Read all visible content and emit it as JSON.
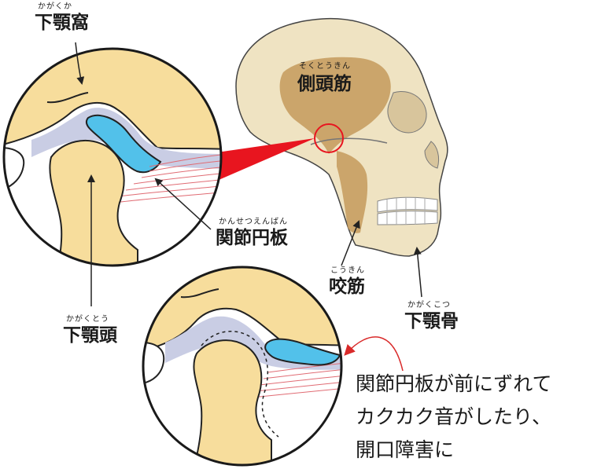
{
  "labels": {
    "mandibular_fossa": {
      "ruby": "かがくか",
      "text": "下顎窩"
    },
    "temporalis": {
      "ruby": "そくとうきん",
      "text": "側頭筋"
    },
    "articular_disc": {
      "ruby": "かんせつえんばん",
      "text": "関節円板"
    },
    "masseter": {
      "ruby": "こうきん",
      "text": "咬筋"
    },
    "mandibular_head": {
      "ruby": "かがくとう",
      "text": "下顎頭"
    },
    "mandible": {
      "ruby": "かがくこつ",
      "text": "下顎骨"
    }
  },
  "note": {
    "lines": [
      "関節円板が前にずれて",
      "カクカク音がしたり、",
      "開口障害に"
    ]
  },
  "colors": {
    "bone": "#f7dd9c",
    "bone_outline": "#222222",
    "cartilage": "#c9cde4",
    "disc": "#52c1ea",
    "muscle_lines": "#e06b73",
    "temporalis": "#c49a5c",
    "zoom_wedge": "#e8151f",
    "skull": "#efe3c2",
    "pointer": "#d92a2a"
  }
}
